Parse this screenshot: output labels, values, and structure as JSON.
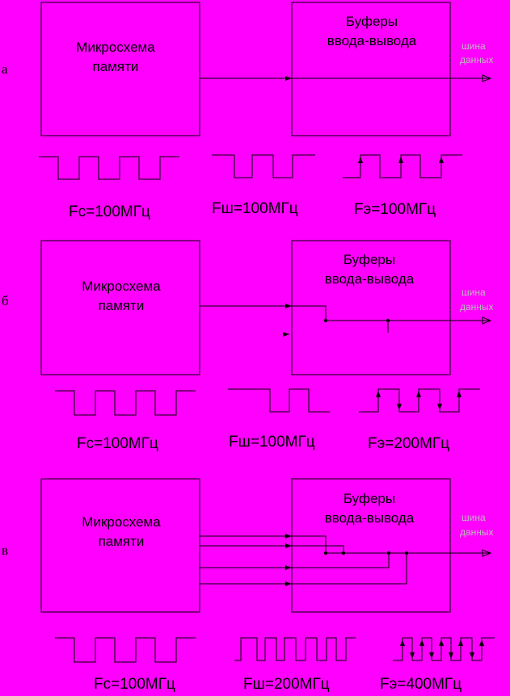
{
  "panels": [
    {
      "row_label": "а",
      "chip_label": [
        "Микросхема",
        "памяти"
      ],
      "buffer_label": [
        "Буферы",
        "ввода-вывода"
      ],
      "bus_label": [
        "шина",
        "данных"
      ],
      "freq_chip": "Fc=100МГц",
      "freq_bus": "Fш=100МГц",
      "freq_eff": "Fэ=100МГц"
    },
    {
      "row_label": "б",
      "chip_label": [
        "Микросхема",
        "памяти"
      ],
      "buffer_label": [
        "Буферы",
        "ввода-вывода"
      ],
      "bus_label": [
        "шина",
        "данных"
      ],
      "freq_chip": "Fc=100МГц",
      "freq_bus": "Fш=100МГц",
      "freq_eff": "Fэ=200МГц"
    },
    {
      "row_label": "в",
      "chip_label": [
        "Микросхема",
        "памяти"
      ],
      "buffer_label": [
        "Буферы",
        "ввода-вывода"
      ],
      "bus_label": [
        "шина",
        "данных"
      ],
      "freq_chip": "Fc=100МГц",
      "freq_bus": "Fш=200МГц",
      "freq_eff": "Fэ=400МГц"
    }
  ],
  "colors": {
    "background": "#ff00ff",
    "line": "#000000",
    "bus_text": "#bbbbbb"
  }
}
